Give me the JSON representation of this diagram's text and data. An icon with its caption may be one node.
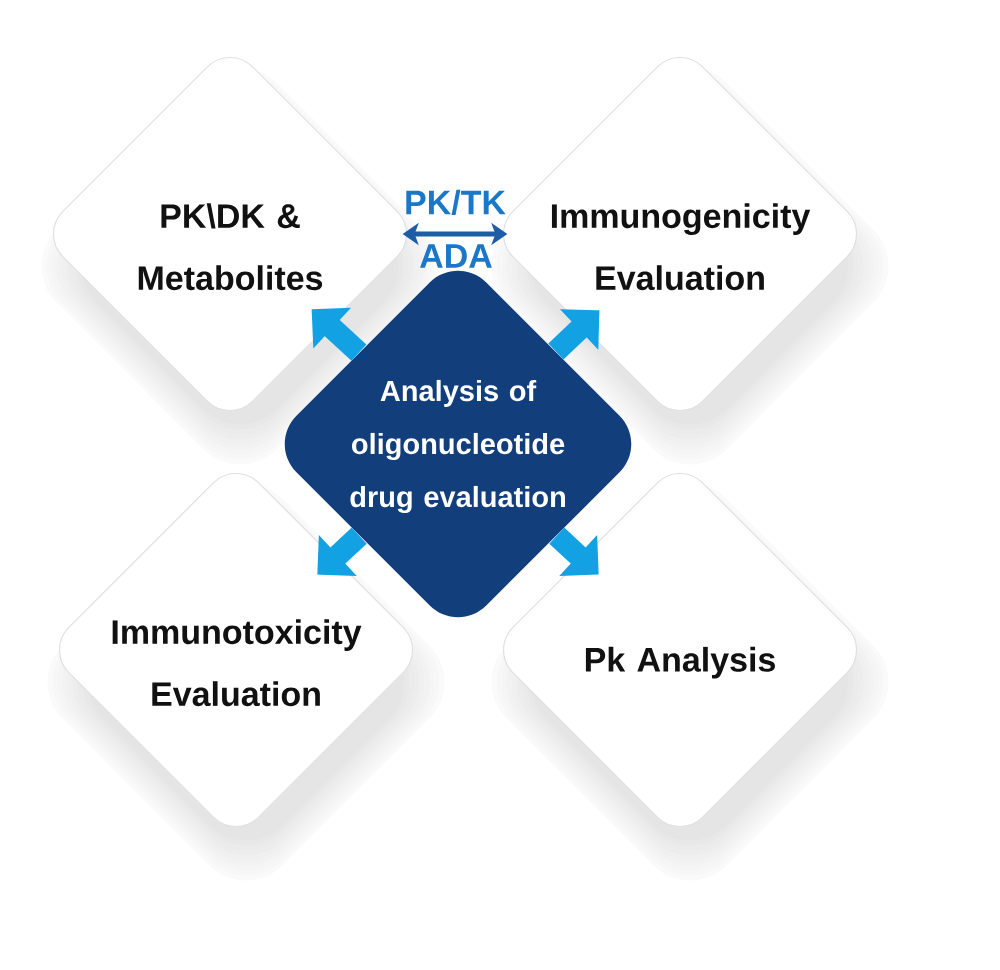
{
  "diagram": {
    "nodes": [
      {
        "text": [
          "PK\\DK & Metabolites"
        ]
      },
      {
        "text": [
          "Immunogenicity Evaluation"
        ]
      },
      {
        "text": [
          "Analysis of oligonucleotide drug evaluation"
        ]
      },
      {
        "text": [
          "Immunotoxicity Evaluation"
        ]
      },
      {
        "text": [
          "Pk Analysis"
        ]
      }
    ],
    "edges": [
      {
        "from": 0,
        "to": 1,
        "arrow": "both",
        "label": "PK/TK",
        "color": "#1d5da6"
      },
      {
        "from": 2,
        "to": 0,
        "arrow": "to"
      },
      {
        "from": 2,
        "to": 1,
        "arrow": "to"
      },
      {
        "from": 2,
        "to": 3,
        "arrow": "to"
      },
      {
        "from": 2,
        "to": 4,
        "arrow": "to"
      }
    ],
    "labels": [
      "ADA"
    ]
  }
}
